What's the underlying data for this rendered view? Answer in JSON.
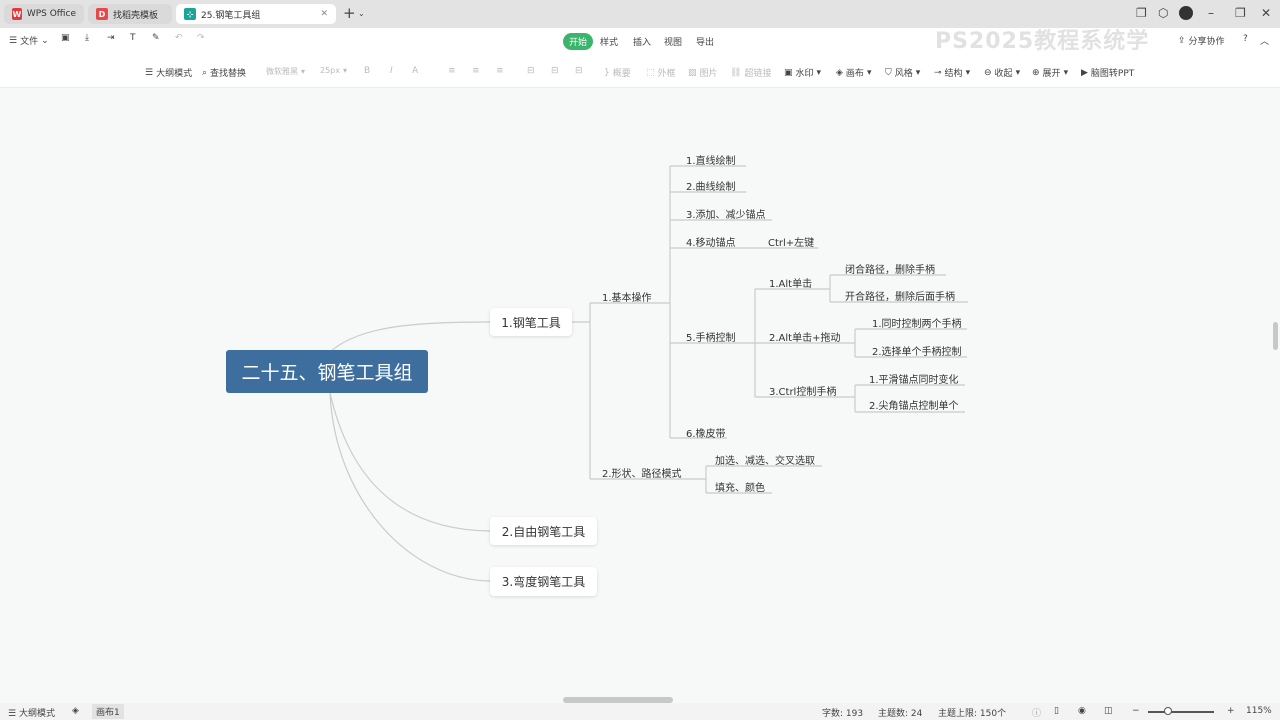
{
  "tabs": [
    {
      "label": "WPS Office",
      "icon": "wps-logo-icon"
    },
    {
      "label": "找稻壳模板",
      "icon": "docer-icon"
    },
    {
      "label": "25.钢笔工具组",
      "icon": "mindmap-icon",
      "active": true
    }
  ],
  "toolbar": {
    "file": "文件",
    "menus": [
      "开始",
      "样式",
      "插入",
      "视图",
      "导出"
    ],
    "active_menu": "开始",
    "share": "分享协作"
  },
  "ribbon": {
    "outline": "大纲模式",
    "find": "查找替换",
    "font": "微软雅黑",
    "size": "25px",
    "bold": "B",
    "italic": "I",
    "color": "A",
    "summary": "概要",
    "frame": "外框",
    "image": "图片",
    "link": "超链接",
    "watermark": "水印",
    "canvas": "画布",
    "style": "风格",
    "structure": "结构",
    "collapse": "收起",
    "expand": "展开",
    "to_ppt": "脑图转PPT"
  },
  "watermark_text": "PS2025教程系统学",
  "mindmap": {
    "root": "二十五、钢笔工具组",
    "l1": [
      "1.钢笔工具",
      "2.自由钢笔工具",
      "3.弯度钢笔工具"
    ],
    "basic": "1.基本操作",
    "shape": "2.形状、路径模式",
    "basic_items": [
      "1.直线绘制",
      "2.曲线绘制",
      "3.添加、减少锚点",
      "4.移动锚点",
      "5.手柄控制",
      "6.橡皮带"
    ],
    "move_child": "Ctrl+左键",
    "handle_items": [
      "1.Alt单击",
      "2.Alt单击+拖动",
      "3.Ctrl控制手柄"
    ],
    "alt_click": [
      "闭合路径，删除手柄",
      "开合路径，删除后面手柄"
    ],
    "alt_drag": [
      "1.同时控制两个手柄",
      "2.选择单个手柄控制"
    ],
    "ctrl_handle": [
      "1.平滑锚点同时变化",
      "2.尖角锚点控制单个"
    ],
    "shape_items": [
      "加选、减选、交叉选取",
      "填充、颜色"
    ]
  },
  "status": {
    "outline": "大纲模式",
    "sheet": "画布1",
    "words": "字数: 193",
    "topics": "主题数: 24",
    "limit": "主题上限: 150个",
    "zoom": "115%"
  },
  "colors": {
    "root": "#3d6e9e",
    "accent": "#3bb56b"
  }
}
